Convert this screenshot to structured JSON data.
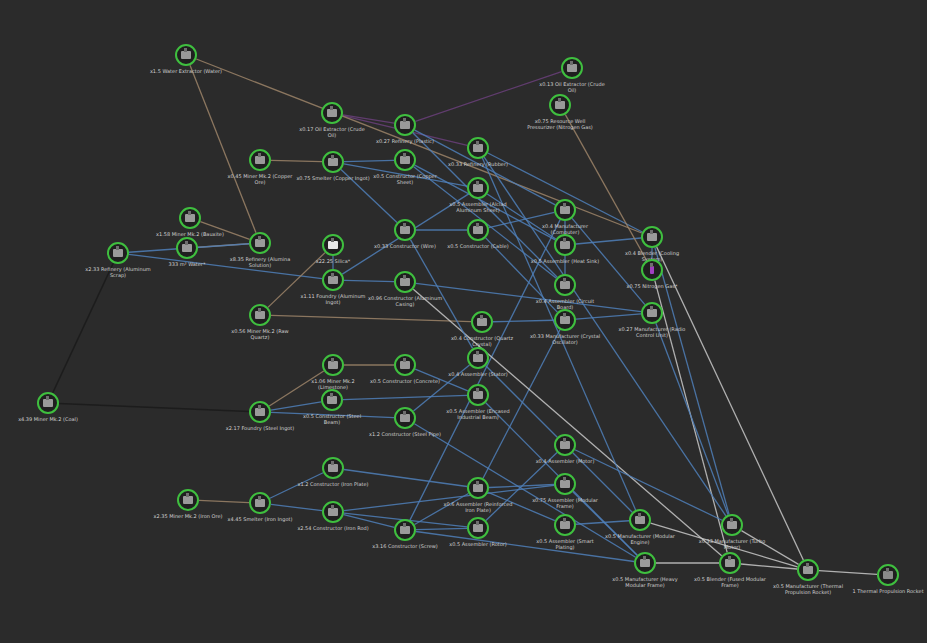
{
  "diagram": {
    "nodes": [
      {
        "text": [
          "x1.5 Water Extractor (Water)"
        ]
      },
      {
        "text": [
          "x0.13 Oil Extractor (Crude Oil)"
        ]
      },
      {
        "text": [
          "x0.75 Resource Well Pressurizer (Nitrogen Gas)"
        ]
      },
      {
        "text": [
          "x0.17 Oil Extractor (Crude Oil)"
        ]
      },
      {
        "text": [
          "x0.27 Refinery (Plastic)"
        ]
      },
      {
        "text": [
          "x0.45 Miner Mk.2 (Copper Ore)"
        ]
      },
      {
        "text": [
          "x0.75 Smelter (Copper Ingot)"
        ]
      },
      {
        "text": [
          "x0.5 Constructor (Copper Sheet)"
        ]
      },
      {
        "text": [
          "x1.58 Miner Mk.2 (Bauxite)"
        ]
      },
      {
        "text": [
          "x2.33 Refinery (Aluminum Scrap)"
        ]
      },
      {
        "text": [
          "333 m³ Water*"
        ]
      },
      {
        "text": [
          "x8.35 Refinery (Alumina Solution)"
        ]
      },
      {
        "text": [
          "x22.25 Silica*"
        ]
      },
      {
        "text": [
          "x1.11 Foundry (Aluminum Ingot)"
        ]
      },
      {
        "text": [
          "x0.33 Constructor (Wire)"
        ]
      },
      {
        "text": [
          "x0.96 Constructor (Aluminum Casing)"
        ]
      },
      {
        "text": [
          "x0.56 Miner Mk.2 (Raw Quartz)"
        ]
      },
      {
        "text": [
          "x0.33 Refinery (Rubber)"
        ]
      },
      {
        "text": [
          "x0.5 Assembler (Alclad Aluminum Sheet)"
        ]
      },
      {
        "text": [
          "x0.5 Constructor (Cable)"
        ]
      },
      {
        "text": [
          "x0.4 Manufacturer (Computer)"
        ]
      },
      {
        "text": [
          "x0.5 Assembler (Heat Sink)"
        ]
      },
      {
        "text": [
          "x0.4 Assembler (Circuit Board)"
        ]
      },
      {
        "text": [
          "x0.33 Manufacturer (Crystal Oscillator)"
        ]
      },
      {
        "text": [
          "x0.4 Blender (Cooling System)"
        ]
      },
      {
        "text": [
          "x0.75 Nitrogen Gas*"
        ]
      },
      {
        "text": [
          "x0.27 Manufacturer (Radio Control Unit)"
        ]
      },
      {
        "text": [
          "x0.4 Constructor (Quartz Crystal)"
        ]
      },
      {
        "text": [
          "x1.06 Miner Mk.2 (Limestone)"
        ]
      },
      {
        "text": [
          "x0.5 Constructor (Concrete)"
        ]
      },
      {
        "text": [
          "x4.39 Miner Mk.2 (Coal)"
        ]
      },
      {
        "text": [
          "x2.17 Foundry (Steel Ingot)"
        ]
      },
      {
        "text": [
          "x0.5 Constructor (Steel Beam)"
        ]
      },
      {
        "text": [
          "x1.2 Constructor (Steel Pipe)"
        ]
      },
      {
        "text": [
          "x0.4 Assembler (Stator)"
        ]
      },
      {
        "text": [
          "x0.5 Assembler (Encased Industrial Beam)"
        ]
      },
      {
        "text": [
          "x2.35 Miner Mk.2 (Iron Ore)"
        ]
      },
      {
        "text": [
          "x4.45 Smelter (Iron Ingot)"
        ]
      },
      {
        "text": [
          "x1.2 Constructor (Iron Plate)"
        ]
      },
      {
        "text": [
          "x2.54 Constructor (Iron Rod)"
        ]
      },
      {
        "text": [
          "x3.16 Constructor (Screw)"
        ]
      },
      {
        "text": [
          "x0.6 Assembler (Reinforced Iron Plate)"
        ]
      },
      {
        "text": [
          "x0.5 Assembler (Rotor)"
        ]
      },
      {
        "text": [
          "x0.4 Assembler (Motor)"
        ]
      },
      {
        "text": [
          "x0.75 Assembler (Modular Frame)"
        ]
      },
      {
        "text": [
          "x0.5 Assembler (Smart Plating)"
        ]
      },
      {
        "text": [
          "x0.5 Manufacturer (Modular Engine)"
        ]
      },
      {
        "text": [
          "x0.5 Manufacturer (Heavy Modular Frame)"
        ]
      },
      {
        "text": [
          "x0.33 Manufacturer (Turbo Motor)"
        ]
      },
      {
        "text": [
          "x0.5 Blender (Fused Modular Frame)"
        ]
      },
      {
        "text": [
          "x0.5 Manufacturer (Thermal Propulsion Rocket)"
        ]
      },
      {
        "text": [
          "1 Thermal Propulsion Rocket"
        ]
      }
    ],
    "edges": [
      {
        "from": 3,
        "to": 4,
        "arrow": "none"
      },
      {
        "from": 3,
        "to": 17,
        "arrow": "none"
      },
      {
        "from": 1,
        "to": 4,
        "arrow": "none"
      },
      {
        "from": 5,
        "to": 6,
        "arrow": "none"
      },
      {
        "from": 6,
        "to": 7,
        "arrow": "none"
      },
      {
        "from": 6,
        "to": 14,
        "arrow": "none"
      },
      {
        "from": 14,
        "to": 19,
        "arrow": "none"
      },
      {
        "from": 30,
        "to": 9,
        "arrow": "none"
      },
      {
        "from": 30,
        "to": 31,
        "arrow": "none"
      },
      {
        "from": 8,
        "to": 11,
        "arrow": "none"
      },
      {
        "from": 10,
        "to": 11,
        "arrow": "none"
      },
      {
        "from": 0,
        "to": 11,
        "arrow": "none"
      },
      {
        "from": 0,
        "to": 24,
        "arrow": "none"
      },
      {
        "from": 11,
        "to": 9,
        "arrow": "none"
      },
      {
        "from": 9,
        "to": 13,
        "arrow": "none"
      },
      {
        "from": 16,
        "to": 12,
        "arrow": "none"
      },
      {
        "from": 12,
        "to": 13,
        "arrow": "none"
      },
      {
        "from": 13,
        "to": 15,
        "arrow": "none"
      },
      {
        "from": 13,
        "to": 18,
        "arrow": "none"
      },
      {
        "from": 6,
        "to": 18,
        "arrow": "none"
      },
      {
        "from": 18,
        "to": 21,
        "arrow": "none"
      },
      {
        "from": 7,
        "to": 21,
        "arrow": "none"
      },
      {
        "from": 7,
        "to": 22,
        "arrow": "none"
      },
      {
        "from": 4,
        "to": 22,
        "arrow": "none"
      },
      {
        "from": 22,
        "to": 20,
        "arrow": "none"
      },
      {
        "from": 19,
        "to": 20,
        "arrow": "none"
      },
      {
        "from": 4,
        "to": 20,
        "arrow": "none"
      },
      {
        "from": 40,
        "to": 20,
        "arrow": "none"
      },
      {
        "from": 21,
        "to": 24,
        "arrow": "none"
      },
      {
        "from": 17,
        "to": 24,
        "arrow": "none"
      },
      {
        "from": 2,
        "to": 25,
        "arrow": "none"
      },
      {
        "from": 25,
        "to": 24,
        "arrow": "none"
      },
      {
        "from": 25,
        "to": 49,
        "arrow": "none"
      },
      {
        "from": 16,
        "to": 27,
        "arrow": "none"
      },
      {
        "from": 27,
        "to": 23,
        "arrow": "none"
      },
      {
        "from": 19,
        "to": 23,
        "arrow": "none"
      },
      {
        "from": 41,
        "to": 23,
        "arrow": "none"
      },
      {
        "from": 23,
        "to": 26,
        "arrow": "none"
      },
      {
        "from": 20,
        "to": 26,
        "arrow": "none"
      },
      {
        "from": 15,
        "to": 26,
        "arrow": "none"
      },
      {
        "from": 15,
        "to": 49,
        "arrow": "none"
      },
      {
        "from": 24,
        "to": 48,
        "arrow": "none"
      },
      {
        "from": 24,
        "to": 50,
        "arrow": "none"
      },
      {
        "from": 26,
        "to": 48,
        "arrow": "none"
      },
      {
        "from": 43,
        "to": 48,
        "arrow": "none"
      },
      {
        "from": 17,
        "to": 48,
        "arrow": "none"
      },
      {
        "from": 17,
        "to": 46,
        "arrow": "none"
      },
      {
        "from": 43,
        "to": 46,
        "arrow": "none"
      },
      {
        "from": 45,
        "to": 46,
        "arrow": "none"
      },
      {
        "from": 28,
        "to": 29,
        "arrow": "none"
      },
      {
        "from": 28,
        "to": 31,
        "arrow": "none"
      },
      {
        "from": 31,
        "to": 32,
        "arrow": "none"
      },
      {
        "from": 31,
        "to": 33,
        "arrow": "none"
      },
      {
        "from": 33,
        "to": 34,
        "arrow": "none"
      },
      {
        "from": 14,
        "to": 34,
        "arrow": "none"
      },
      {
        "from": 34,
        "to": 43,
        "arrow": "none"
      },
      {
        "from": 42,
        "to": 43,
        "arrow": "none"
      },
      {
        "from": 32,
        "to": 35,
        "arrow": "none"
      },
      {
        "from": 29,
        "to": 35,
        "arrow": "none"
      },
      {
        "from": 36,
        "to": 37,
        "arrow": "none"
      },
      {
        "from": 37,
        "to": 38,
        "arrow": "none"
      },
      {
        "from": 37,
        "to": 39,
        "arrow": "none"
      },
      {
        "from": 39,
        "to": 40,
        "arrow": "none"
      },
      {
        "from": 38,
        "to": 41,
        "arrow": "none"
      },
      {
        "from": 40,
        "to": 41,
        "arrow": "none"
      },
      {
        "from": 39,
        "to": 42,
        "arrow": "none"
      },
      {
        "from": 40,
        "to": 42,
        "arrow": "none"
      },
      {
        "from": 41,
        "to": 45,
        "arrow": "none"
      },
      {
        "from": 41,
        "to": 44,
        "arrow": "none"
      },
      {
        "from": 39,
        "to": 44,
        "arrow": "none"
      },
      {
        "from": 44,
        "to": 47,
        "arrow": "none"
      },
      {
        "from": 33,
        "to": 47,
        "arrow": "none"
      },
      {
        "from": 35,
        "to": 47,
        "arrow": "none"
      },
      {
        "from": 40,
        "to": 47,
        "arrow": "none"
      },
      {
        "from": 47,
        "to": 49,
        "arrow": "none"
      },
      {
        "from": 46,
        "to": 50,
        "arrow": "none"
      },
      {
        "from": 48,
        "to": 50,
        "arrow": "none"
      },
      {
        "from": 49,
        "to": 50,
        "arrow": "none"
      },
      {
        "from": 50,
        "to": 51,
        "arrow": "none"
      }
    ]
  }
}
